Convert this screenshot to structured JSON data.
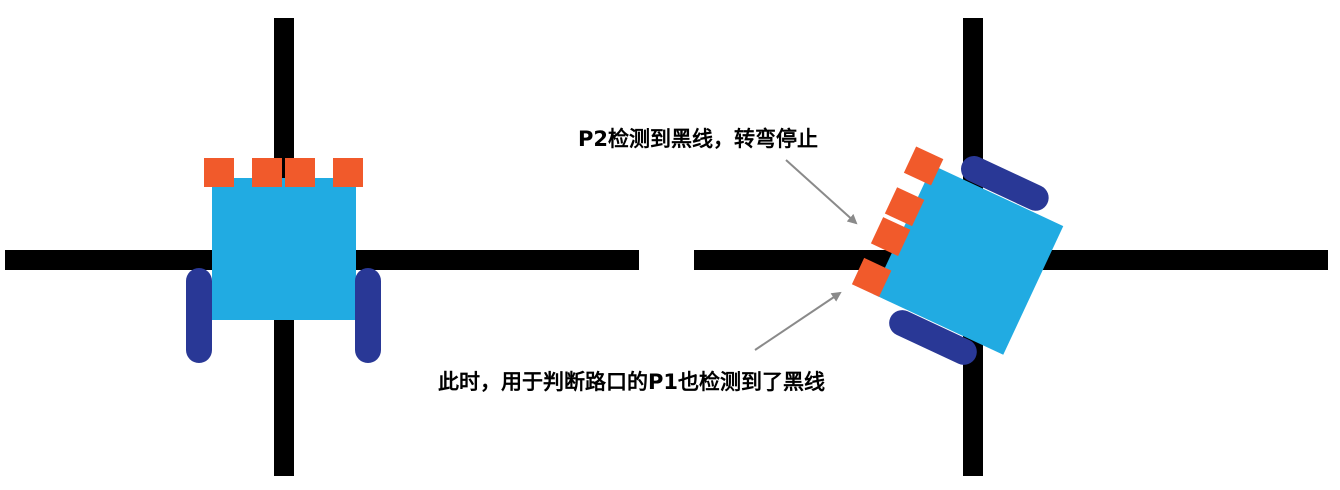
{
  "colors": {
    "line": "#000000",
    "robot_body": "#21abe2",
    "sensor": "#f15a2b",
    "wheel": "#293896",
    "arrow": "#8a8a8a",
    "background": "#ffffff"
  },
  "annotations": {
    "top_label": "P2检测到黑线，转弯停止",
    "bottom_label": "此时，用于判断路口的P1也检测到了黑线"
  },
  "icons": {
    "robot": "line-following-robot",
    "sensor": "square-sensor",
    "wheel": "rounded-wheel",
    "arrow": "pointer-arrow"
  }
}
